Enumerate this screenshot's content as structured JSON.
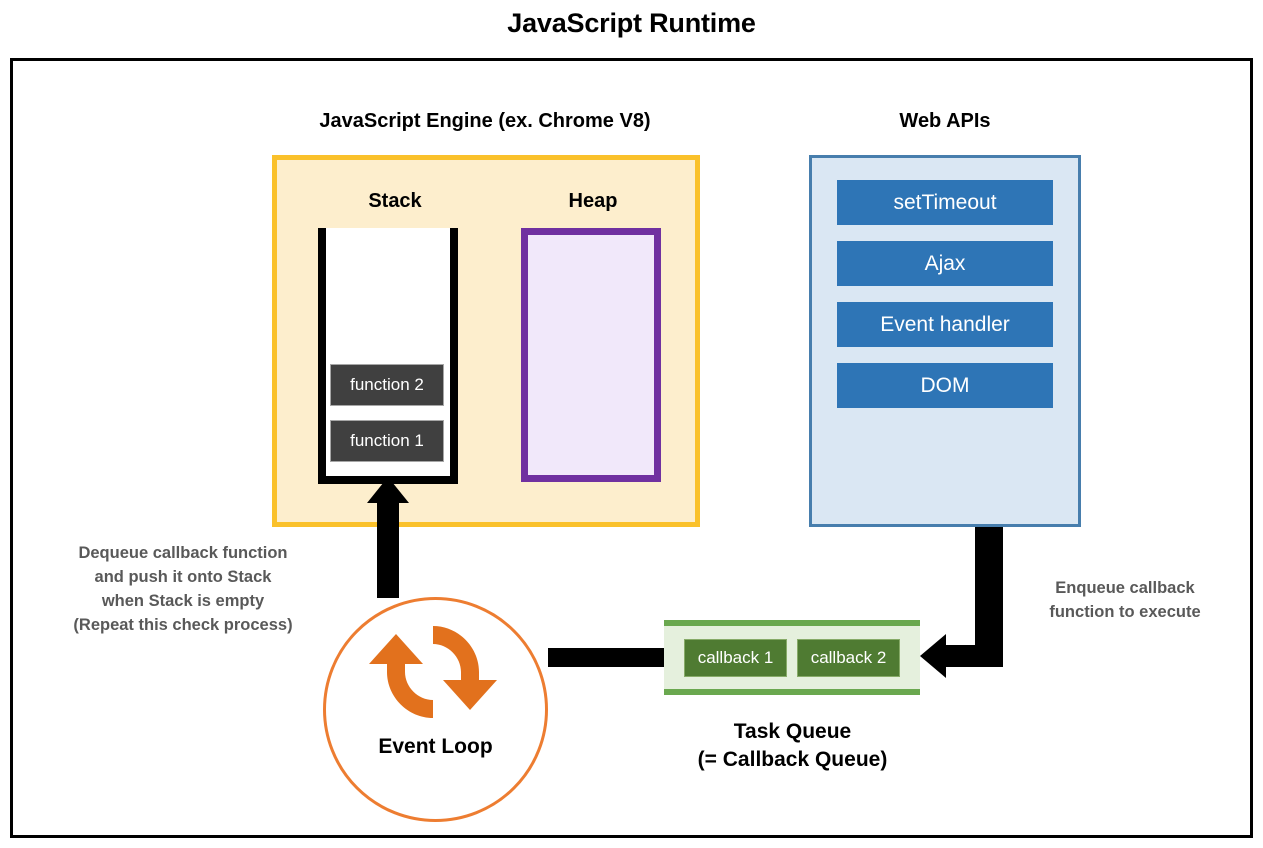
{
  "title": "JavaScript Runtime",
  "colors": {
    "frame_border": "#000000",
    "engine_border": "#fac12b",
    "engine_fill": "#fdeecd",
    "stack_border": "#000000",
    "stack_fill": "#ffffff",
    "frame_box_fill": "#404040",
    "heap_border": "#7030a0",
    "heap_fill": "#f1e8fa",
    "webapis_border": "#477ead",
    "webapis_fill": "#dae7f3",
    "webapis_item_fill": "#2e75b6",
    "event_loop_accent": "#ed7d31",
    "task_queue_border": "#6aa84f",
    "task_queue_fill": "#e5f0dd",
    "callback_fill": "#4f7b32",
    "note_text": "#595959"
  },
  "js_engine": {
    "title": "JavaScript Engine (ex. Chrome V8)",
    "stack": {
      "label": "Stack",
      "frames": [
        {
          "label": "function 2"
        },
        {
          "label": "function 1"
        }
      ]
    },
    "heap": {
      "label": "Heap"
    }
  },
  "web_apis": {
    "title": "Web APIs",
    "items": [
      {
        "label": "setTimeout"
      },
      {
        "label": "Ajax"
      },
      {
        "label": "Event handler"
      },
      {
        "label": "DOM"
      }
    ]
  },
  "event_loop": {
    "label": "Event Loop",
    "icon": "circular-refresh-arrows-icon"
  },
  "task_queue": {
    "caption_line1": "Task Queue",
    "caption_line2": "(= Callback Queue)",
    "callbacks": [
      {
        "label": "callback 1"
      },
      {
        "label": "callback 2"
      }
    ]
  },
  "annotations": {
    "dequeue": {
      "line1": "Dequeue callback function",
      "line2": "and push it onto Stack",
      "line3": "when Stack is empty",
      "line4": "(Repeat this check process)"
    },
    "enqueue": {
      "line1": "Enqueue callback",
      "line2": "function to execute"
    }
  }
}
